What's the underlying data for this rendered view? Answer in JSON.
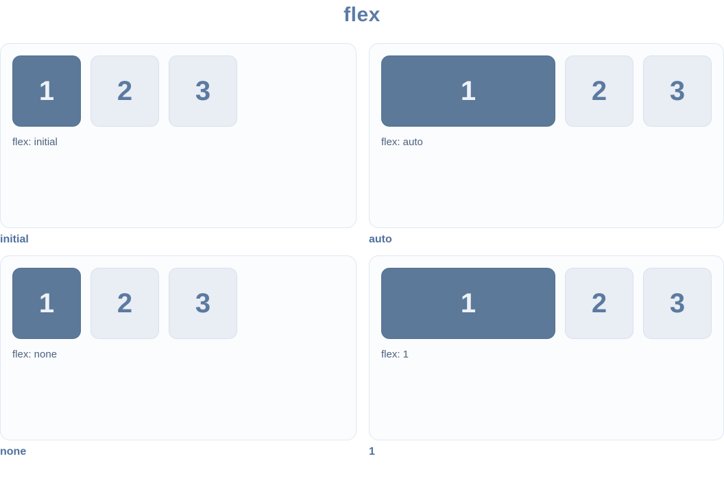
{
  "page": {
    "title": "flex"
  },
  "colors": {
    "background": "#ffffff",
    "title_text": "#5c7ba6",
    "panel_background": "#fbfcfe",
    "panel_border": "#e0e6f0",
    "item1_background": "#5c7999",
    "item1_text": "#eef3f9",
    "item_background": "#e9edf4",
    "item_border": "#dae1ec",
    "item_text": "#5b7aa0",
    "flex_label_text": "#4d617e",
    "caption_text": "#52719e"
  },
  "panels": [
    {
      "caption": "initial",
      "flex_label": "flex: initial",
      "item1_flex_value": "initial",
      "item1_grows": false,
      "items": [
        "1",
        "2",
        "3"
      ]
    },
    {
      "caption": "auto",
      "flex_label": "flex: auto",
      "item1_flex_value": "auto",
      "item1_grows": true,
      "items": [
        "1",
        "2",
        "3"
      ]
    },
    {
      "caption": "none",
      "flex_label": "flex: none",
      "item1_flex_value": "none",
      "item1_grows": false,
      "items": [
        "1",
        "2",
        "3"
      ]
    },
    {
      "caption": "1",
      "flex_label": "flex: 1",
      "item1_flex_value": "1",
      "item1_grows": true,
      "items": [
        "1",
        "2",
        "3"
      ]
    }
  ]
}
